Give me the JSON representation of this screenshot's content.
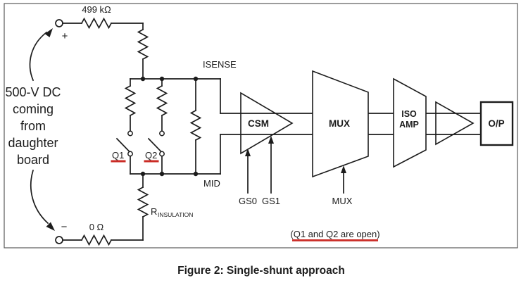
{
  "figure": {
    "caption": "Figure 2: Single-shunt approach",
    "note": "(Q1 and Q2 are open)",
    "source": {
      "full_text": "500-V DC coming from daughter board",
      "lines": [
        "500-V DC",
        "coming",
        "from",
        "daughter",
        "board"
      ]
    },
    "terminals": {
      "plus": "+",
      "minus": "−"
    },
    "components": {
      "top_resistor": "499 kΩ",
      "bottom_resistor": "0 Ω",
      "insulation_resistor": {
        "base": "R",
        "subscript": "INSULATION"
      },
      "switch1": "Q1",
      "switch2": "Q2"
    },
    "nets": {
      "isense": "ISENSE",
      "mid": "MID"
    },
    "blocks": {
      "csm": "CSM",
      "mux": "MUX",
      "iso_amp": [
        "ISO",
        "AMP"
      ],
      "output": "O/P"
    },
    "control_signals": {
      "gs0": "GS0",
      "gs1": "GS1",
      "mux_select": "MUX"
    },
    "colors": {
      "line": "#1c1c1c",
      "highlight_red": "#cb2c26",
      "border": "#5a5a5a"
    }
  }
}
